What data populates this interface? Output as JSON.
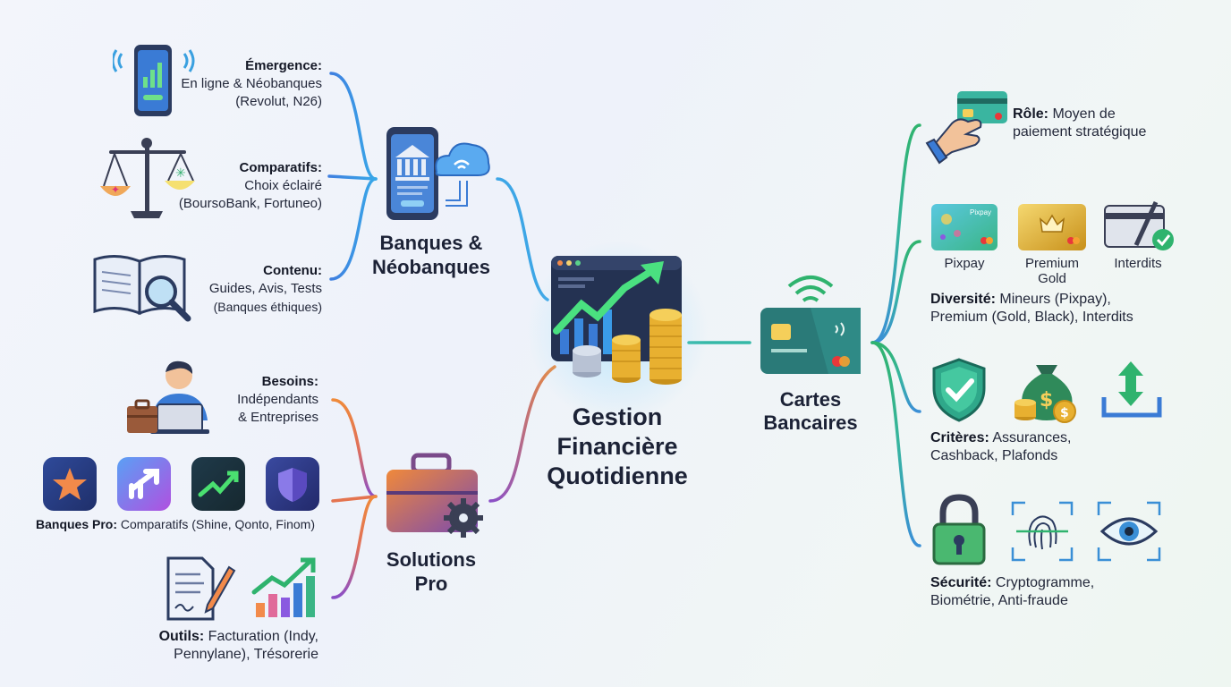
{
  "center": {
    "line1": "Gestion",
    "line2": "Financière",
    "line3": "Quotidienne"
  },
  "hubs": {
    "banques": {
      "line1": "Banques &",
      "line2": "Néobanques"
    },
    "pro": {
      "line1": "Solutions",
      "line2": "Pro"
    },
    "cartes": {
      "line1": "Cartes",
      "line2": "Bancaires"
    }
  },
  "left_top": {
    "emergence": {
      "title": "Émergence:",
      "line1": "En ligne & Néobanques",
      "line2": "(Revolut, N26)"
    },
    "comparatifs": {
      "title": "Comparatifs:",
      "line1": "Choix éclairé",
      "line2": "(BoursoBank, Fortuneo)"
    },
    "contenu": {
      "title": "Contenu:",
      "line1": "Guides, Avis, Tests",
      "line2": "(Banques éthiques)"
    }
  },
  "left_bottom": {
    "besoins": {
      "title": "Besoins:",
      "line1": "Indépendants",
      "line2": "& Entreprises"
    },
    "banques_pro": {
      "title": "Banques Pro:",
      "text": " Comparatifs (Shine, Qonto, Finom)"
    },
    "outils": {
      "title": "Outils:",
      "line1": " Facturation (Indy,",
      "line2": "Pennylane), Trésorerie"
    }
  },
  "right": {
    "role": {
      "title": "Rôle:",
      "line1": " Moyen de",
      "line2": "paiement stratégique"
    },
    "cards": {
      "pixpay": "Pixpay",
      "premium_line1": "Premium",
      "premium_line2": "Gold",
      "interdits": "Interdits",
      "pixpay_brand": "Pixpay"
    },
    "diversite": {
      "title": "Diversité:",
      "line1": " Mineurs (Pixpay),",
      "line2": "Premium (Gold, Black), Interdits"
    },
    "criteres": {
      "title": "Critères:",
      "line1": " Assurances,",
      "line2": "Cashback, Plafonds"
    },
    "securite": {
      "title": "Sécurité:",
      "line1": " Cryptogramme,",
      "line2": "Biométrie, Anti-fraude"
    }
  },
  "colors": {
    "blue": "#3d8ee0",
    "orange": "#e8893f",
    "purple": "#8a4fc8",
    "green": "#3db585",
    "teal": "#2aa6a8"
  },
  "icons": [
    "phone-signal-icon",
    "scale-icon",
    "book-magnifier-icon",
    "bank-phone-cloud-icon",
    "dashboard-chart-coins-icon",
    "person-laptop-icon",
    "briefcase-gear-icon",
    "document-pen-icon",
    "growth-chart-icon",
    "card-contactless-icon",
    "hand-card-icon",
    "shield-check-icon",
    "money-bag-icon",
    "download-arrow-icon",
    "padlock-icon",
    "fingerprint-icon",
    "eye-scan-icon"
  ]
}
